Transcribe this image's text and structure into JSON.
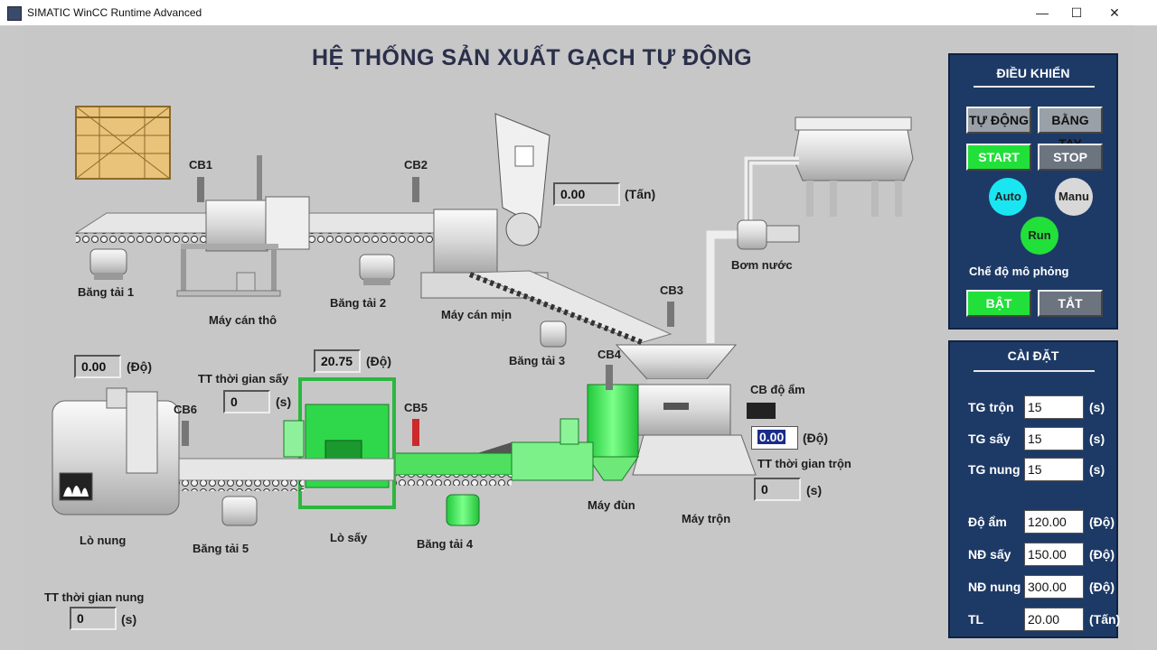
{
  "window": {
    "title": "SIMATIC WinCC Runtime Advanced",
    "minimize": "—",
    "maximize": "☐",
    "close": "✕"
  },
  "screen_title": "HỆ THỐNG SẢN XUẤT GẠCH TỰ ĐỘNG",
  "labels": {
    "bang_tai_1": "Băng tải 1",
    "may_can_tho": "Máy cán thô",
    "bang_tai_2": "Băng tải 2",
    "may_can_min": "Máy cán mịn",
    "bang_tai_3": "Băng tải 3",
    "bom_nuoc": "Bơm nước",
    "cb1": "CB1",
    "cb2": "CB2",
    "cb3": "CB3",
    "cb4": "CB4",
    "cb5": "CB5",
    "cb6": "CB6",
    "cb_do_am": "CB độ ẩm",
    "lo_nung": "Lò nung",
    "bang_tai_5": "Băng tải 5",
    "lo_say": "Lò sấy",
    "bang_tai_4": "Băng tải 4",
    "may_dun": "Máy đùn",
    "may_tron": "Máy trộn",
    "tt_tg_say": "TT thời gian sấy",
    "tt_tg_tron": "TT thời gian trộn",
    "tt_tg_nung": "TT thời gian nung"
  },
  "fields": {
    "weight": {
      "value": "0.00",
      "unit": "(Tấn)"
    },
    "lo_nung_temp": {
      "value": "0.00",
      "unit": "(Độ)"
    },
    "lo_say_temp": {
      "value": "20.75",
      "unit": "(Độ)"
    },
    "tg_say": {
      "value": "0",
      "unit": "(s)"
    },
    "do_am": {
      "value": "0.00",
      "unit": "(Độ)"
    },
    "tg_tron": {
      "value": "0",
      "unit": "(s)"
    },
    "tg_nung": {
      "value": "0",
      "unit": "(s)"
    }
  },
  "control": {
    "title": "ĐIỀU KHIỂN",
    "tu_dong": "TỰ ĐỘNG",
    "bang_tay": "BẰNG TAY",
    "start": "START",
    "stop": "STOP",
    "auto": "Auto",
    "manu": "Manu",
    "run": "Run",
    "sim_label": "Chế độ mô phỏng",
    "bat": "BẬT",
    "tat": "TẮT"
  },
  "settings": {
    "title": "CÀI ĐẶT",
    "rows": [
      {
        "label": "TG trộn",
        "value": "15",
        "unit": "(s)"
      },
      {
        "label": "TG sấy",
        "value": "15",
        "unit": "(s)"
      },
      {
        "label": "TG nung",
        "value": "15",
        "unit": "(s)"
      },
      {
        "label": "Độ ẩm",
        "value": "120.00",
        "unit": "(Độ)"
      },
      {
        "label": "NĐ sấy",
        "value": "150.00",
        "unit": "(Độ)"
      },
      {
        "label": "NĐ nung",
        "value": "300.00",
        "unit": "(Độ)"
      },
      {
        "label": "TL",
        "value": "20.00",
        "unit": "(Tấn)"
      }
    ]
  },
  "colors": {
    "panel": "#1d3a66",
    "active_green": "#22e03a",
    "auto_cyan": "#1ae6f2",
    "equipment_grey": "#e4e4e4"
  }
}
